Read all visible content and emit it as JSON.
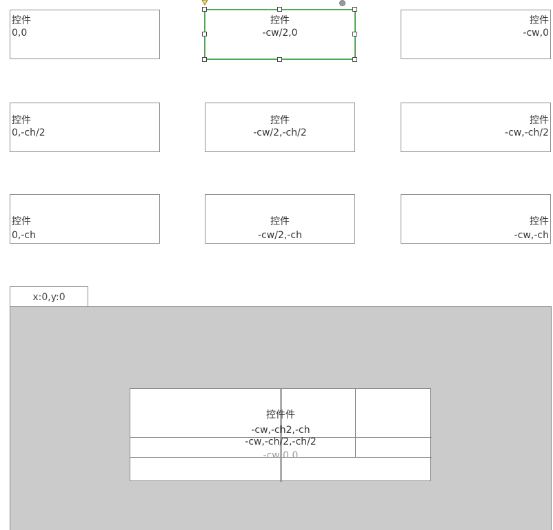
{
  "widgets": [
    {
      "name": "widget-top-left",
      "line1": "控件",
      "line2": "0,0",
      "align": "left"
    },
    {
      "name": "widget-top-center",
      "line1": "控件",
      "line2": "-cw/2,0",
      "align": "center"
    },
    {
      "name": "widget-top-right",
      "line1": "控件",
      "line2": "-cw,0",
      "align": "right"
    },
    {
      "name": "widget-middle-left",
      "line1": "控件",
      "line2": "0,-ch/2",
      "align": "left"
    },
    {
      "name": "widget-middle-center",
      "line1": "控件",
      "line2": "-cw/2,-ch/2",
      "align": "center"
    },
    {
      "name": "widget-middle-right",
      "line1": "控件",
      "line2": "-cw,-ch/2",
      "align": "right"
    },
    {
      "name": "widget-bottom-left",
      "line1": "控件",
      "line2": "0,-ch",
      "align": "left"
    },
    {
      "name": "widget-bottom-center",
      "line1": "控件",
      "line2": "-cw/2,-ch",
      "align": "center"
    },
    {
      "name": "widget-bottom-right",
      "line1": "控件",
      "line2": "-cw,-ch",
      "align": "right"
    }
  ],
  "tab": {
    "label": "x:0,y:0"
  },
  "preview": {
    "line1": "控件件",
    "line2": "-cw,-ch2,-ch",
    "line3": "-cw,-ch/2,-ch/2",
    "line4": "-cw,0,0"
  },
  "colors": {
    "selection": "#33bb33",
    "canvas": "#cbcbcb",
    "border": "#8a8a8a"
  }
}
